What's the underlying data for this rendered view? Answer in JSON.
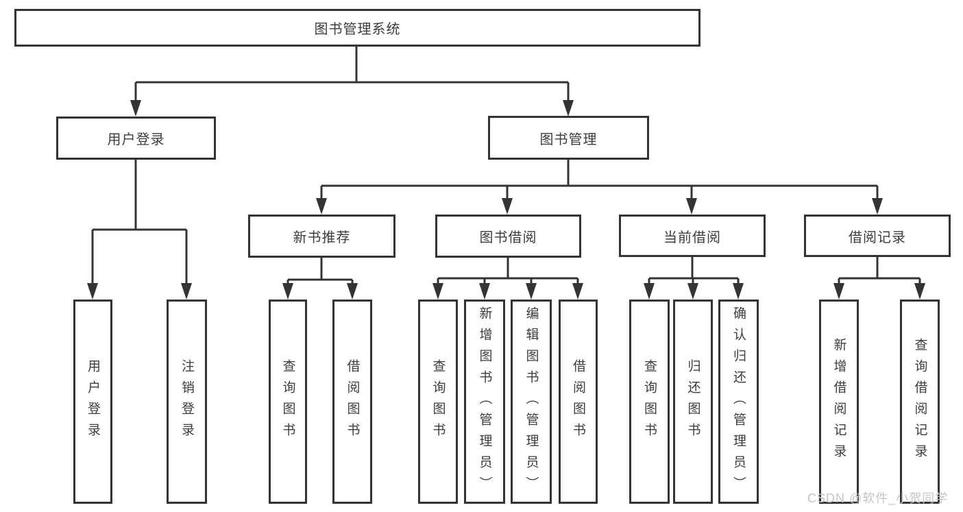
{
  "diagram": {
    "type": "tree",
    "root": {
      "label": "图书管理系统"
    },
    "children": [
      {
        "label": "用户登录",
        "children": [
          {
            "label": "用户登录"
          },
          {
            "label": "注销登录"
          }
        ]
      },
      {
        "label": "图书管理",
        "children": [
          {
            "label": "新书推荐",
            "children": [
              {
                "label": "查询图书"
              },
              {
                "label": "借阅图书"
              }
            ]
          },
          {
            "label": "图书借阅",
            "children": [
              {
                "label": "查询图书"
              },
              {
                "label": "新增图书（管理员）"
              },
              {
                "label": "编辑图书（管理员）"
              },
              {
                "label": "借阅图书"
              }
            ]
          },
          {
            "label": "当前借阅",
            "children": [
              {
                "label": "查询图书"
              },
              {
                "label": "归还图书"
              },
              {
                "label": "确认归还（管理员）"
              }
            ]
          },
          {
            "label": "借阅记录",
            "children": [
              {
                "label": "新增借阅记录"
              },
              {
                "label": "查询借阅记录"
              }
            ]
          }
        ]
      }
    ]
  },
  "watermark": {
    "text": "CSDN @软件_小贺同学"
  },
  "colors": {
    "line": "#343434",
    "box_border": "#343434",
    "text": "#3c3c3c",
    "watermark": "#c4c4c4",
    "background": "#ffffff"
  }
}
